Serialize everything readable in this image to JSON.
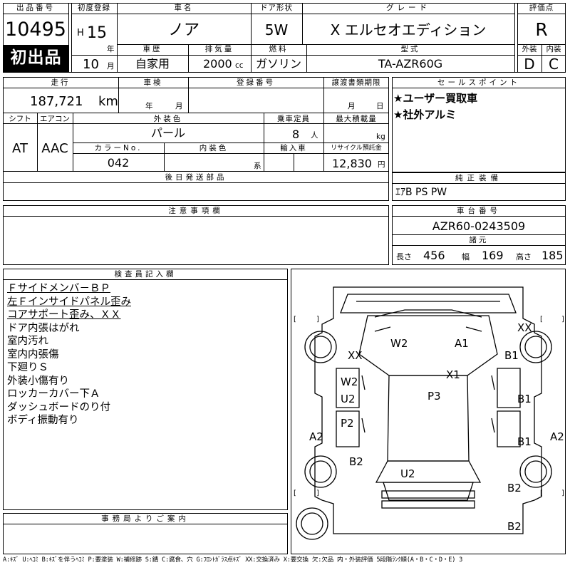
{
  "header": {
    "listing_number": {
      "label": "出品番号",
      "value": "10495"
    },
    "first_listing_badge": "初出品",
    "first_registration": {
      "label": "初度登録",
      "era": "H",
      "year": "15",
      "year_unit": "年",
      "month": "10",
      "month_unit": "月"
    },
    "car_name": {
      "label": "車名",
      "value": "ノア"
    },
    "door_type": {
      "label": "ドア形状",
      "value": "5W"
    },
    "grade": {
      "label": "グレード",
      "value": "X エルセオエディション"
    },
    "score": {
      "label": "評価点",
      "value": "R"
    },
    "history": {
      "label": "車歴",
      "value": "自家用"
    },
    "displacement": {
      "label": "排気量",
      "value": "2000",
      "unit": "cc"
    },
    "fuel": {
      "label": "燃料",
      "value": "ガソリン"
    },
    "model_code": {
      "label": "型式",
      "value": "TA-AZR60G"
    },
    "exterior_grade": {
      "label": "外装",
      "value": "D"
    },
    "interior_grade": {
      "label": "内装",
      "value": "C"
    }
  },
  "info": {
    "mileage": {
      "label": "走行",
      "value": "187,721",
      "unit": "km"
    },
    "inspection": {
      "label": "車検",
      "year_unit": "年",
      "month_unit": "月"
    },
    "registration_number": {
      "label": "登録番号"
    },
    "transfer_deadline": {
      "label": "譲渡書類期限",
      "month_unit": "月",
      "day_unit": "日"
    },
    "shift": {
      "label": "シフト",
      "value": "AT"
    },
    "aircon": {
      "label": "エアコン",
      "value": "AAC"
    },
    "exterior_color": {
      "label": "外装色",
      "value": "パール"
    },
    "capacity": {
      "label": "乗車定員",
      "value": "8",
      "unit": "人"
    },
    "max_load": {
      "label": "最大積載量",
      "unit": "kg"
    },
    "color_no": {
      "label": "カラーNo.",
      "value": "042"
    },
    "interior_color": {
      "label": "内装色",
      "unit": "系"
    },
    "import": {
      "label": "輸入車"
    },
    "recycle": {
      "label": "リサイクル預託金",
      "value": "12,830",
      "unit": "円"
    },
    "later_parts": {
      "label": "後日発送部品"
    }
  },
  "sales_points": {
    "label": "セールスポイント",
    "items": [
      "★ユーザー買取車",
      "★社外アルミ"
    ]
  },
  "equipment": {
    "label": "純正装備",
    "value": "ｴｱB PS PW"
  },
  "notes": {
    "label": "注意事項欄"
  },
  "chassis": {
    "label": "車台番号",
    "value": "AZR60-0243509"
  },
  "dimensions": {
    "label": "諸元",
    "length_label": "長さ",
    "length": "456",
    "width_label": "幅",
    "width": "169",
    "height_label": "高さ",
    "height": "185"
  },
  "inspector": {
    "label": "検査員記入欄",
    "lines": [
      "Ｆサイドメンバ－ＢＰ",
      "左Ｆインサイドパネル歪み",
      "コアサポート歪み、ＸＸ",
      "ドア内張はがれ",
      "室内汚れ",
      "室内内張傷",
      "下廻りＳ",
      "外装小傷有り",
      "ロッカーカバー下Ａ",
      "ダッシュボードのり付",
      "ボディ振動有り"
    ]
  },
  "office": {
    "label": "事務局よりご案内"
  },
  "diagram_marks": [
    "W2",
    "A1",
    "XX",
    "XX",
    "B1",
    "X1",
    "W2",
    "U2",
    "P3",
    "B1",
    "P2",
    "A2",
    "B1",
    "A2",
    "B2",
    "U2",
    "B2",
    "B2"
  ],
  "legend": "A:ｷｽﾞ U:ﾍｺﾐ B:ｷｽﾞを伴うﾍｺﾐ P:要塗装 W:補修跡 S:錆 C:腐食、穴 G:ﾌﾛﾝﾄｶﾞﾗｽ点ｷｽﾞ XX:交換済み X:要交換 欠:欠品 内・外装評価 5段階ﾗﾝｸ順(A・B・C・D・E) 3"
}
